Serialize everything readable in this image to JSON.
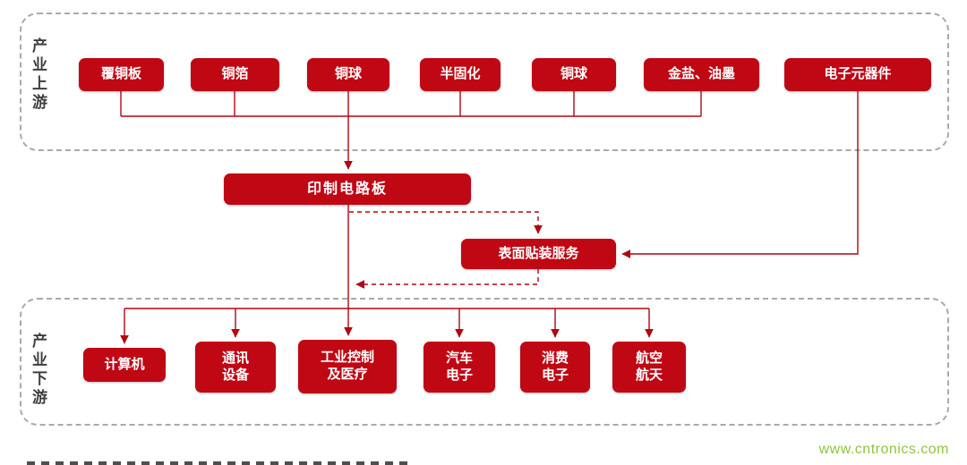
{
  "upstream": {
    "label": "产业上游",
    "items": [
      {
        "label": "覆铜板"
      },
      {
        "label": "铜箔"
      },
      {
        "label": "铜球"
      },
      {
        "label": "半固化"
      },
      {
        "label": "铜球"
      },
      {
        "label": "金盐、油墨"
      },
      {
        "label": "电子元器件"
      }
    ]
  },
  "middle": {
    "pcb": "印制电路板",
    "smt": "表面贴装服务"
  },
  "downstream": {
    "label": "产业下游",
    "items": [
      {
        "label": "计算机"
      },
      {
        "label": "通讯\n设备"
      },
      {
        "label": "工业控制\n及医疗"
      },
      {
        "label": "汽车\n电子"
      },
      {
        "label": "消费\n电子"
      },
      {
        "label": "航空\n航天"
      }
    ]
  },
  "watermark": "www.cntronics.com",
  "colors": {
    "box": "#c00714",
    "line": "#b00712",
    "zone_border": "#a9a9a9",
    "watermark": "#8dc63f"
  }
}
